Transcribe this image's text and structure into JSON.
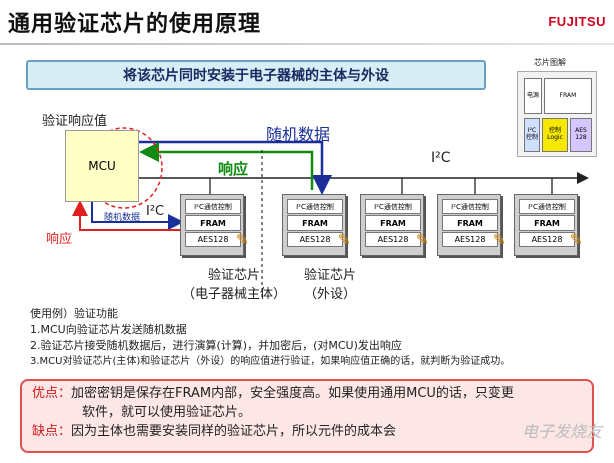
{
  "title": "通用验证芯片的使用原理",
  "logo": "FUJITSU",
  "banner": "将该芯片同时安装于电子器械的主体与外设",
  "legend": {
    "title": "芯片图解",
    "power": "电源",
    "fram": "FRAM",
    "i2c": "I²C 控制",
    "control": "控制 Logic",
    "aes": "AES 128"
  },
  "labels": {
    "auth_response": "验证响应值",
    "mcu": "MCU",
    "random_data": "随机数据",
    "response_green": "响应",
    "random_small": "随机数据",
    "response_red": "响应",
    "i2c_bus": "I²C",
    "i2c_small": "I²C"
  },
  "chip": {
    "ctrl": "I²C通信控制",
    "fram": "FRAM",
    "aes": "AES128"
  },
  "captions": {
    "main_1": "验证芯片",
    "main_2": "（电子器械主体）",
    "peri_1": "验证芯片",
    "peri_2": "（外设）"
  },
  "usage": {
    "title": "使用例）验证功能",
    "l1": "1.MCU向验证芯片发送随机数据",
    "l2": "2.验证芯片接受随机数据后，进行演算(计算)，并加密后，(对MCU)发出响应",
    "l3": "3.MCU对验证芯片(主体)和验证芯片（外设）的响应值进行验证，如果响应值正确的话，就判断为验证成功。"
  },
  "pros": {
    "label1": "优点：",
    "text1": "加密密钥是保存在FRAM内部，安全强度高。如果使用通用MCU的话，只变更",
    "text1b": "软件，就可以使用验证芯片。",
    "label2": "缺点：",
    "text2": "因为主体也需要安装同样的验证芯片，所以元件的成本会"
  },
  "watermark": "电子发烧友",
  "colors": {
    "red": "#e02020",
    "blue": "#1a2f9a",
    "green": "#108a10",
    "banner_bg": "#d8eef6"
  }
}
